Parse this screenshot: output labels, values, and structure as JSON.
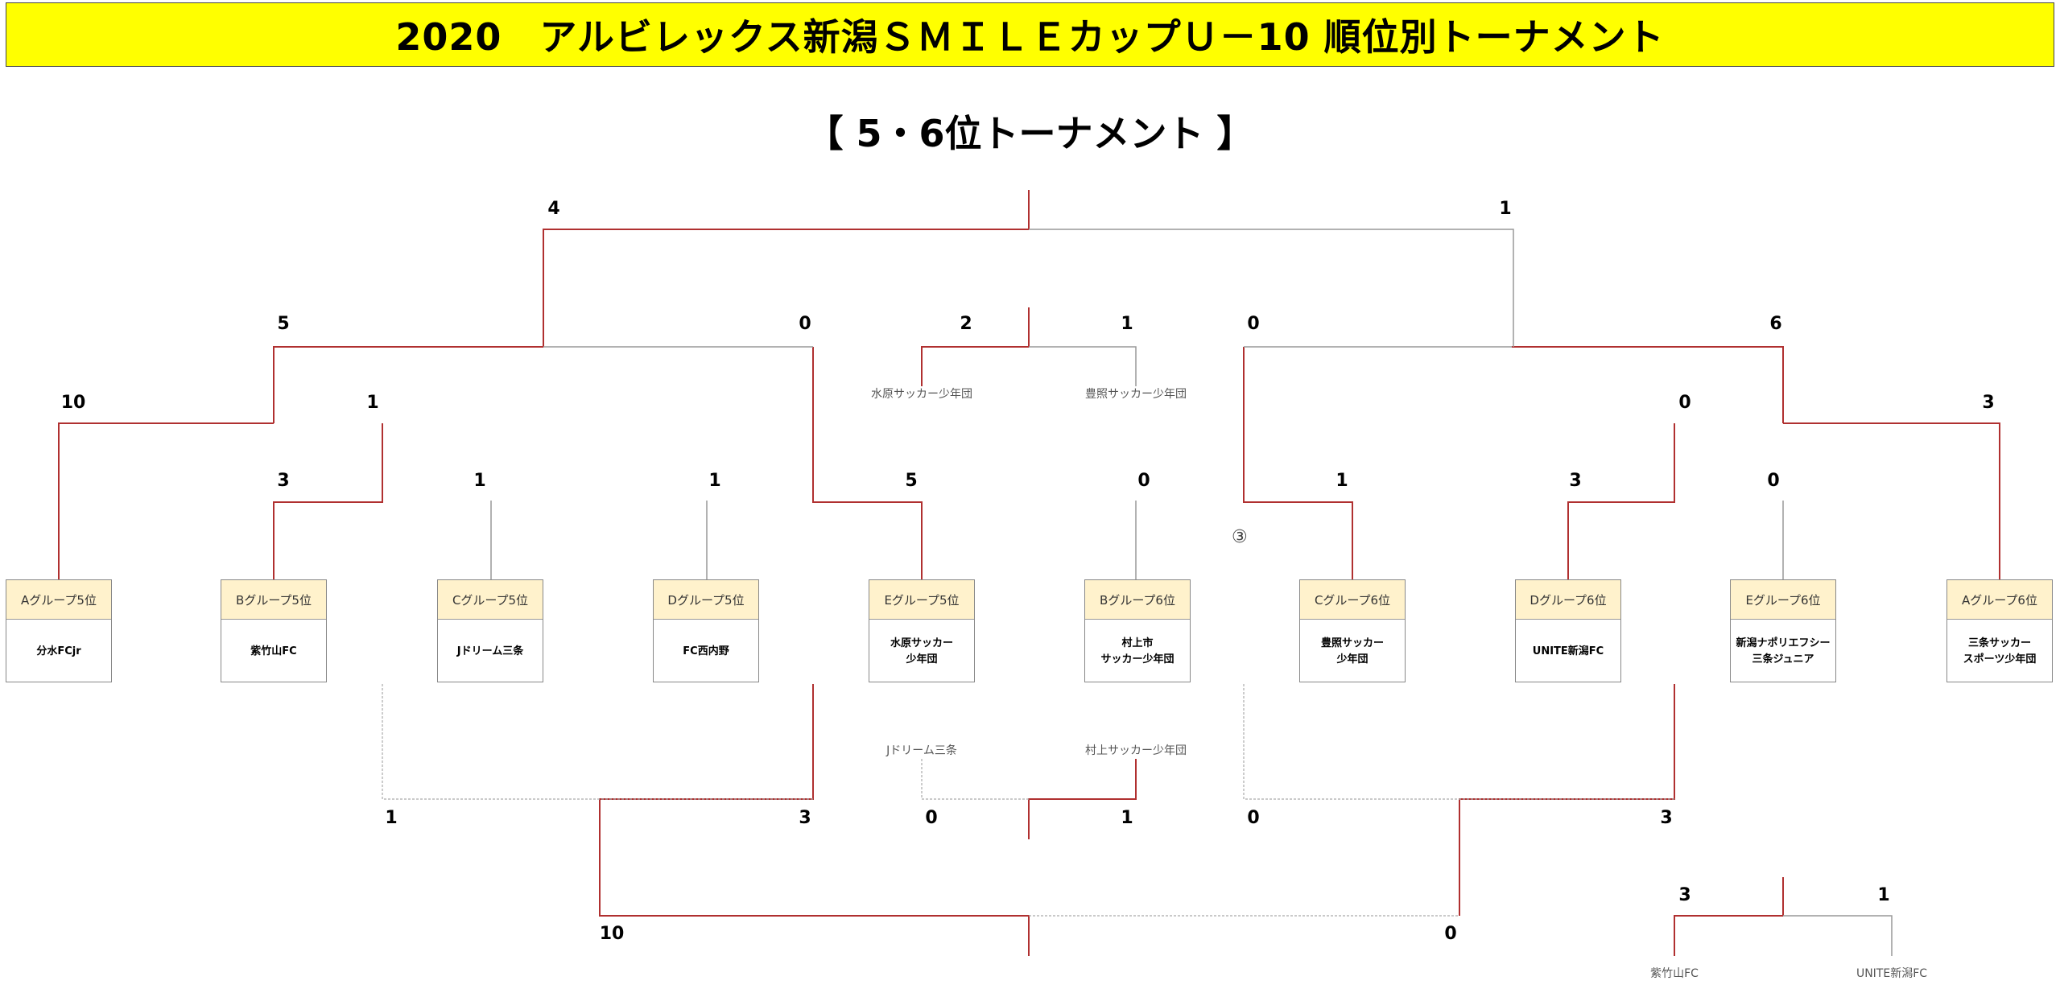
{
  "header": {
    "title": "2020　アルビレックス新潟ＳＭＩＬＥカップＵ－10 順位別トーナメント"
  },
  "subtitle": "【 5・6位トーナメント 】",
  "teams": [
    {
      "group": "Aグループ5位",
      "name": "分水FCjr"
    },
    {
      "group": "Bグループ5位",
      "name": "紫竹山FC"
    },
    {
      "group": "Cグループ5位",
      "name": "Jドリーム三条"
    },
    {
      "group": "Dグループ5位",
      "name": "FC西内野"
    },
    {
      "group": "Eグループ5位",
      "name": "水原サッカー\n少年団"
    },
    {
      "group": "Bグループ6位",
      "name": "村上市\nサッカー少年団"
    },
    {
      "group": "Cグループ6位",
      "name": "豊照サッカー\n少年団"
    },
    {
      "group": "Dグループ6位",
      "name": "UNITE新潟FC"
    },
    {
      "group": "Eグループ6位",
      "name": "新潟ナポリエフシー\n三条ジュニア"
    },
    {
      "group": "Aグループ6位",
      "name": "三条サッカー\nスポーツ少年団"
    }
  ],
  "scores": {
    "final_left": "4",
    "final_right": "1",
    "semi_left_l": "5",
    "semi_left_r": "0",
    "semi_right_l": "0",
    "semi_right_r": "6",
    "top_mid_l": "2",
    "top_mid_r": "1",
    "r2_left_l": "10",
    "r2_left_r": "1",
    "r2_right_l": "0",
    "r2_right_r": "3",
    "r1_1": "3",
    "r1_2": "1",
    "r1_3": "1",
    "r1_4": "5",
    "r1_5": "0",
    "r1_6": "1",
    "r1_7": "3",
    "r1_8": "0",
    "low_left_l": "1",
    "low_left_r": "3",
    "low_mid_l": "0",
    "low_mid_r": "1",
    "low_right_l": "0",
    "low_right_r": "3",
    "bottom_l": "10",
    "bottom_r": "0",
    "br_l": "3",
    "br_r": "1"
  },
  "labels": {
    "top_mid_l": "水原サッカー少年団",
    "top_mid_r": "豊照サッカー少年団",
    "low_mid_l": "Jドリーム三条",
    "low_mid_r": "村上サッカー少年団",
    "br_l": "紫竹山FC",
    "br_r": "UNITE新潟FC"
  },
  "marker": "③",
  "colors": {
    "header_bg": "#ffff00",
    "win_line": "#b03030",
    "lose_line": "#999999",
    "group_bg": "#fff2cc"
  }
}
